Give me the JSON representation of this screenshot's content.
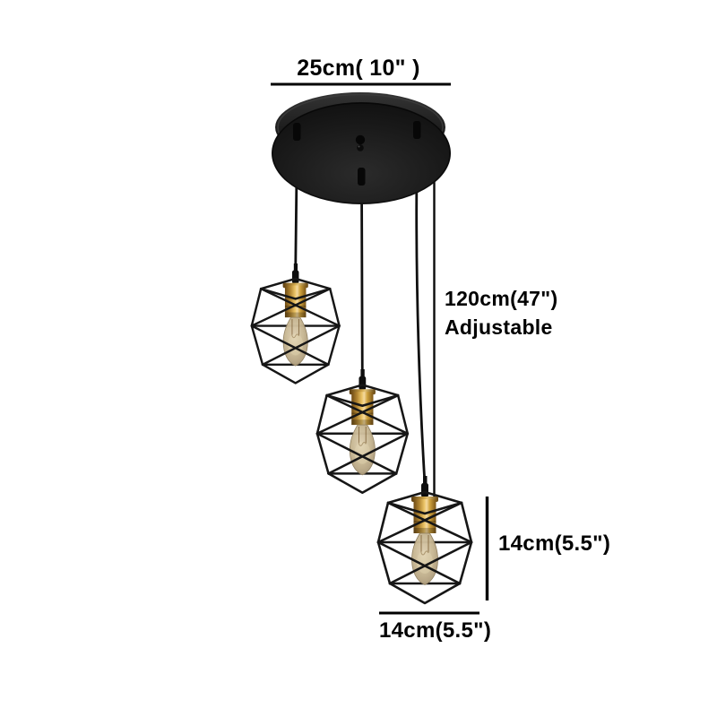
{
  "diagram": {
    "type": "pendant-light-dimension-diagram",
    "background": "#ffffff",
    "lamp_count": 3
  },
  "labels": {
    "canopy_width": "25cm(  10\" )",
    "cord_length": "120cm(47\")",
    "cord_note": "Adjustable",
    "shade_height": "14cm(5.5\")",
    "shade_width": "14cm(5.5\")"
  },
  "colors": {
    "text": "#000000",
    "dimension_line": "#000000",
    "metal_frame": "#141414",
    "brass_socket": "#d2a343",
    "bulb_glass": "#c7b692"
  }
}
